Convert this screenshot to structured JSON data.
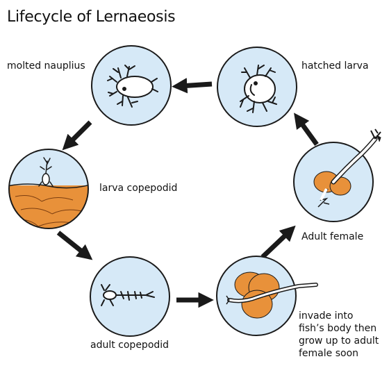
{
  "title": "Lifecycle of Lernaeosis",
  "colors": {
    "circle_fill": "#d6e9f7",
    "circle_stroke": "#1a1a1a",
    "orange": "#e8913a",
    "arrow": "#1a1a1a"
  },
  "stages": [
    {
      "id": "molted-nauplius",
      "label": "molted nauplius",
      "icon": "nauplius-icon"
    },
    {
      "id": "hatched-larva",
      "label": "hatched larva",
      "icon": "larva-icon"
    },
    {
      "id": "larva-copepodid",
      "label": "larva copepodid",
      "icon": "copepodid-on-skin-icon"
    },
    {
      "id": "adult-female",
      "label": "Adult female",
      "icon": "adult-female-icon"
    },
    {
      "id": "adult-copepodid",
      "label": "adult copepodid",
      "icon": "copepod-icon"
    },
    {
      "id": "invade",
      "label": "invade into\nfish’s body then\ngrow up to adult\nfemale soon",
      "icon": "invading-parasite-icon"
    }
  ]
}
